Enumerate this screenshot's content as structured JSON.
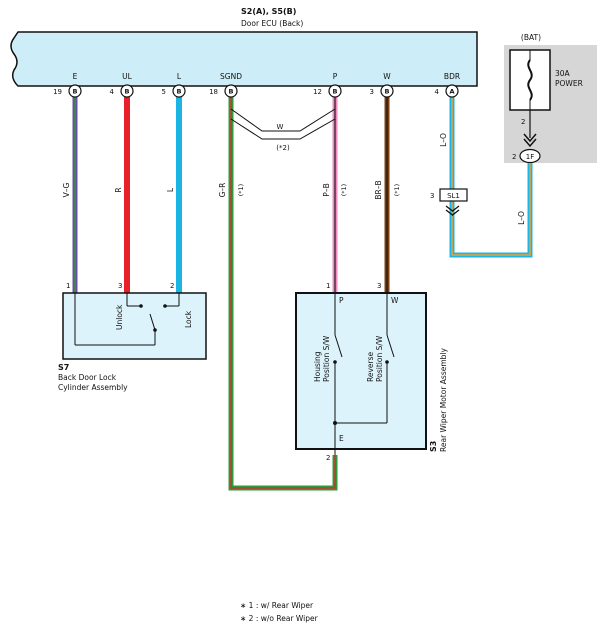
{
  "ecu": {
    "connector_label": "S2(A), S5(B)",
    "name": "Door ECU (Back)",
    "terminals": [
      {
        "name": "E",
        "pin": "19",
        "conn": "B"
      },
      {
        "name": "UL",
        "pin": "4",
        "conn": "B"
      },
      {
        "name": "L",
        "pin": "5",
        "conn": "B"
      },
      {
        "name": "SGND",
        "pin": "18",
        "conn": "B"
      },
      {
        "name": "P",
        "pin": "12",
        "conn": "B"
      },
      {
        "name": "W",
        "pin": "3",
        "conn": "B"
      },
      {
        "name": "BDR",
        "pin": "4",
        "conn": "A"
      }
    ]
  },
  "bat": {
    "label": "(BAT)",
    "fuse_amp": "30A",
    "fuse_name": "POWER",
    "pin_top": "2",
    "pin_conn": "2",
    "conn_id": "1F"
  },
  "splice": {
    "pin": "3",
    "id": "SL1"
  },
  "wires": {
    "e": "V–G",
    "ul": "R",
    "l": "L",
    "sgnd": "G–R",
    "p": "P–B",
    "w_color": "BR–B",
    "bdr_top": "L–O",
    "bdr_bottom": "L–O",
    "bypass": "W",
    "note_sgnd": "(*1)",
    "note_p": "(*1)",
    "note_w": "(*1)",
    "note_bypass": "(*2)"
  },
  "lock_assy": {
    "code": "S7",
    "name_line1": "Back Door Lock",
    "name_line2": "Cylinder Assembly",
    "pins": [
      "1",
      "3",
      "2"
    ],
    "unlock": "Unlock",
    "lock": "Lock"
  },
  "motor_assy": {
    "code": "S3",
    "name": "Rear Wiper Motor Assembly",
    "pins": {
      "p": "1",
      "w": "3",
      "e": "2"
    },
    "term_p": "P",
    "term_w": "W",
    "term_e": "E",
    "housing_l1": "Housing",
    "housing_l2": "Position S/W",
    "reverse_l1": "Reverse",
    "reverse_l2": "Position S/W"
  },
  "footnotes": {
    "n1": "∗ 1 : w/ Rear Wiper",
    "n2": "∗ 2 : w/o Rear Wiper"
  },
  "colors": {
    "ecu_fill": "#cdeef8",
    "assy_fill": "#ddf3fb",
    "bat_bg": "#d6d6d6",
    "violet": "#6a4fa0",
    "green": "#2e9a3c",
    "red": "#e8202a",
    "cyan": "#1cb4e4",
    "pink": "#ef8ac0",
    "brown": "#7a3f12",
    "orange": "#f0a030",
    "black": "#111111"
  }
}
